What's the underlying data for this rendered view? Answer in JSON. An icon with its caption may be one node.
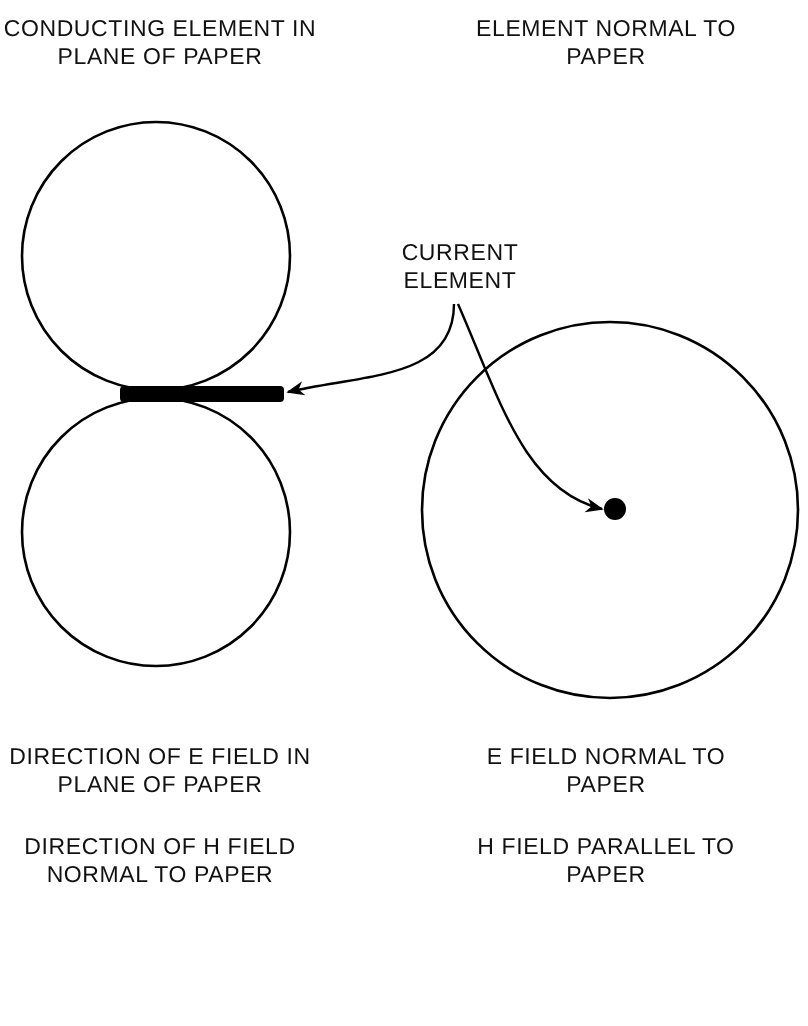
{
  "diagram": {
    "nodes": [
      {
        "text": [
          "CURRENT ELEMENT"
        ]
      },
      {
        "text": [],
        "shape": "bar"
      },
      {
        "text": [],
        "shape": "circle"
      }
    ],
    "edges": [
      {
        "from": 0,
        "to": 1,
        "arrow": "to"
      },
      {
        "from": 0,
        "to": 2,
        "arrow": "to"
      }
    ],
    "labels": [
      "CONDUCTING ELEMENT IN PLANE OF PAPER",
      "ELEMENT NORMAL TO PAPER",
      "DIRECTION OF E FIELD IN PLANE OF PAPER",
      "E FIELD NORMAL TO PAPER",
      "DIRECTION OF H FIELD NORMAL TO PAPER",
      "H FIELD PARALLEL TO PAPER"
    ]
  }
}
